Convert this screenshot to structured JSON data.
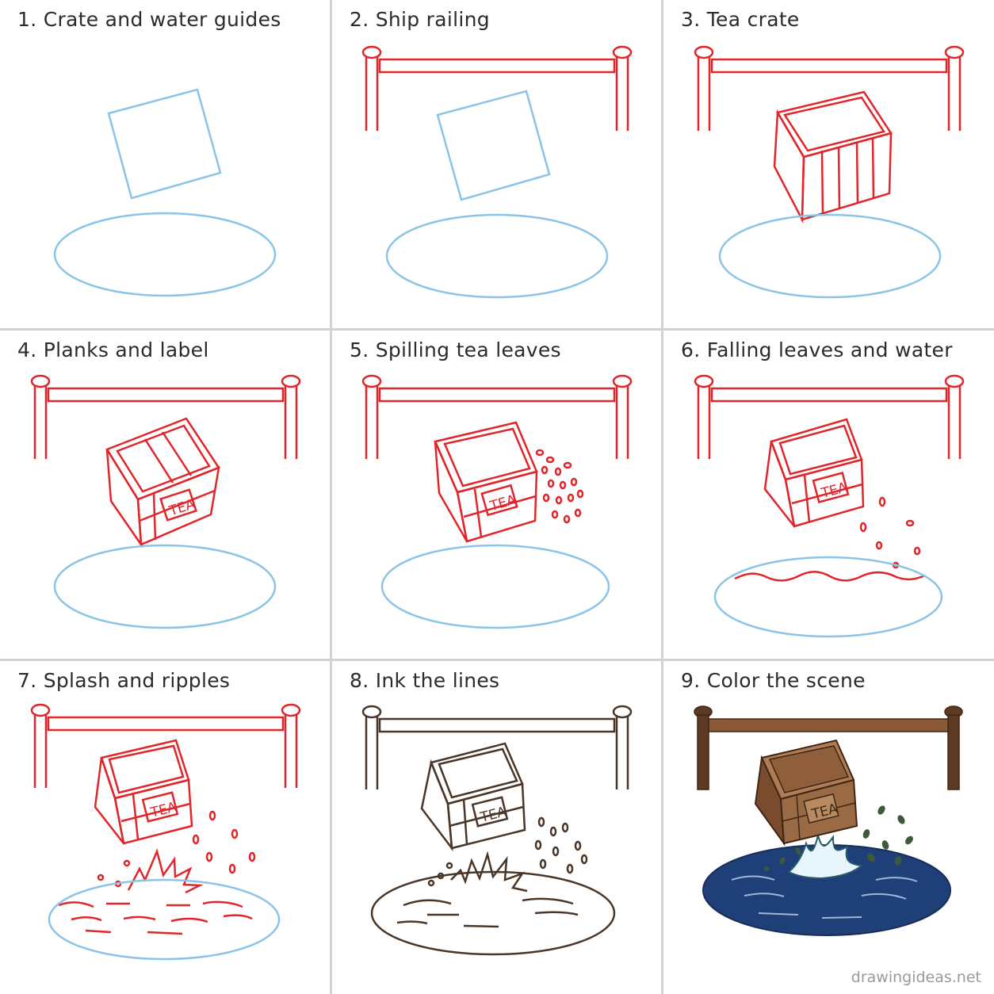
{
  "steps": [
    {
      "label": "1. Crate and water guides",
      "stage": 1
    },
    {
      "label": "2. Ship railing",
      "stage": 2
    },
    {
      "label": "3. Tea crate",
      "stage": 3
    },
    {
      "label": "4. Planks and label",
      "stage": 4
    },
    {
      "label": "5. Spilling tea leaves",
      "stage": 5
    },
    {
      "label": "6. Falling leaves and water",
      "stage": 6
    },
    {
      "label": "7. Splash and ripples",
      "stage": 7
    },
    {
      "label": "8. Ink the lines",
      "stage": 8
    },
    {
      "label": "9. Color the scene",
      "stage": 9
    }
  ],
  "crate_label": "TEA",
  "watermark": "drawingideas.net",
  "colors": {
    "guide_blue": "#8cc4e8",
    "sketch_red": "#e0262b",
    "ink_brown": "#4a3628",
    "wood": "#9a6a45",
    "wood_dark": "#6b4328",
    "water": "#1f3f78",
    "leaf": "#3f5a3a"
  }
}
